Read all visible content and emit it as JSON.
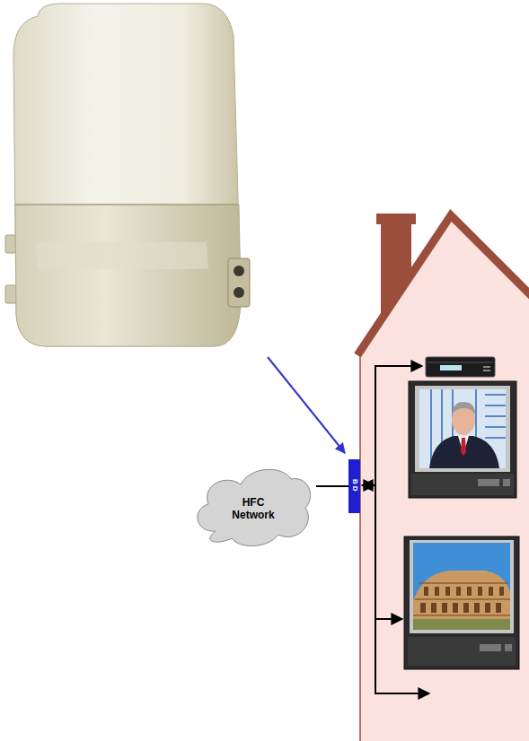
{
  "diagram": {
    "nodes": [
      {
        "text": [
          "HFC Network"
        ]
      },
      {
        "text": [
          "BD"
        ]
      }
    ],
    "edges": [
      {
        "from": 0,
        "to": 1,
        "arrow": "none"
      }
    ]
  }
}
